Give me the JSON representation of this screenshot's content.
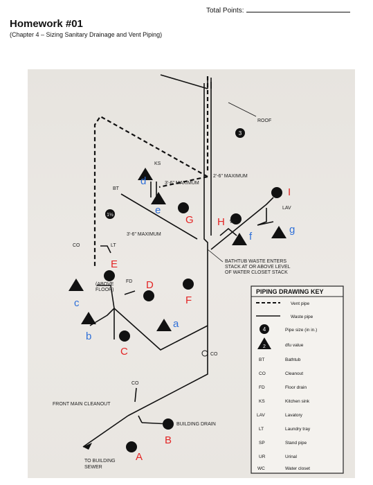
{
  "header": {
    "total_points_label": "Total Points:",
    "title": "Homework #01",
    "subtitle": "(Chapter 4 – Sizing Sanitary Drainage and Vent Piping)"
  },
  "diagram": {
    "labels": {
      "roof": "ROOF",
      "max_2_6": "2'-6\" MAXIMUM",
      "max_3_6_upper": "3'-6\" MAXIMUM",
      "max_3_6_lower": "3'-6\" MAXIMUM",
      "ks": "KS",
      "bt": "BT",
      "wc": "WC",
      "lav": "LAV",
      "co_left": "CO",
      "lt": "LT",
      "above_floor_1": "(ABOVE",
      "above_floor_2": "FLOOR)",
      "fd": "FD",
      "co_mid": "CO",
      "co_low": "CO",
      "front_main_cleanout": "FRONT MAIN CLEANOUT",
      "building_drain": "BUILDING DRAIN",
      "to_building_1": "TO BUILDING",
      "to_building_2": "SEWER",
      "pipe_size_1_5": "1½",
      "pipe_size_3": "3",
      "bathtub_note_1": "BATHTUB WASTE ENTERS",
      "bathtub_note_2": "STACK AT OR ABOVE LEVEL",
      "bathtub_note_3": "OF WATER CLOSET STACK"
    },
    "annotations_red": [
      "A",
      "B",
      "C",
      "D",
      "E",
      "F",
      "G",
      "H",
      "I"
    ],
    "annotations_blue": [
      "a",
      "b",
      "c",
      "d",
      "e",
      "f",
      "g"
    ],
    "key": {
      "title": "PIPING DRAWING KEY",
      "items": [
        {
          "symbol": "",
          "label": "Vent pipe"
        },
        {
          "symbol": "",
          "label": "Waste pipe"
        },
        {
          "symbol": "4",
          "label": "Pipe size (in in.)"
        },
        {
          "symbol": "2",
          "label": "dfu value"
        },
        {
          "symbol": "BT",
          "label": "Bathtub"
        },
        {
          "symbol": "CO",
          "label": "Cleanout"
        },
        {
          "symbol": "FD",
          "label": "Floor drain"
        },
        {
          "symbol": "KS",
          "label": "Kitchen sink"
        },
        {
          "symbol": "LAV",
          "label": "Lavatory"
        },
        {
          "symbol": "LT",
          "label": "Laundry tray"
        },
        {
          "symbol": "SP",
          "label": "Stand pipe"
        },
        {
          "symbol": "UR",
          "label": "Urinal"
        },
        {
          "symbol": "WC",
          "label": "Water closet"
        }
      ]
    }
  }
}
